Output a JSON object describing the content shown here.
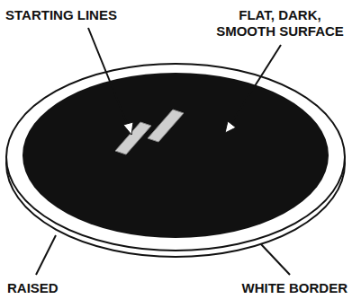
{
  "diagram": {
    "labels": [
      "STARTING LINES",
      "FLAT, DARK, SMOOTH SURFACE",
      "RAISED",
      "WHITE BORDER"
    ]
  }
}
